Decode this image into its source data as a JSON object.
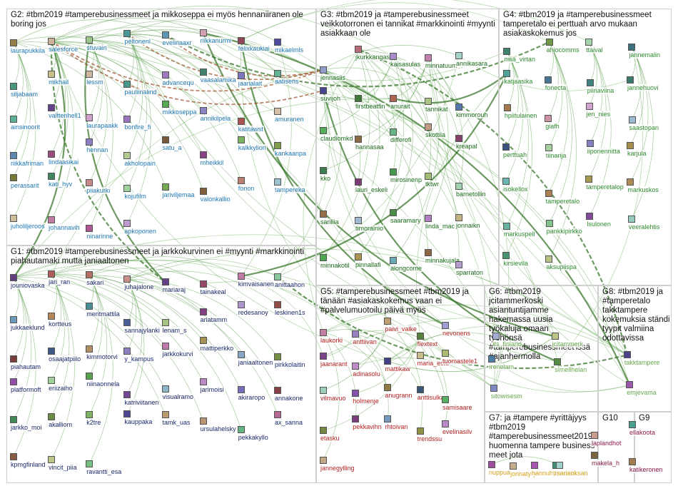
{
  "groups": [
    {
      "id": "G2",
      "title": "G2: #tbm2019 #tamperebusinessmeet ja mikkoseppa ei myös hennaniiranen ole boring jos",
      "color": "#1f77b4"
    },
    {
      "id": "G3",
      "title": "G3: #tbm2019 ja #tamperebusinessmeet veikkotorronen ei tannikat #markkinointi #myynti asiakkaan ole",
      "color": "#1a6b1a"
    },
    {
      "id": "G4",
      "title": "G4: #tbm2019 ja #tamperebusinessmeet tamperetalo ei perttuah arvo mukaan asiakaskokemus jos",
      "color": "#2e8b2e"
    },
    {
      "id": "G1",
      "title": "G1: #tbm2019 #tamperebusinessmeet ja jarkkokurvinen ei #myynti #markkinointi piahautamaki mutta janiaaltonen",
      "color": "#1c2a6b"
    },
    {
      "id": "G5",
      "title": "G5: #tamperebusinessmeet #tbm2019 ja tänään #asiakaskokemus vaan ei #palvelumuotoilu päivä myös",
      "color": "#b22222"
    },
    {
      "id": "G6",
      "title": "G6: #tbm2019 jcitammerkoski asiantuntijamme hakemassa uusia työkaluja omaan työhönsä #tamperebusinessmeet'issä #ajanhermolla",
      "color": "#6aa84f"
    },
    {
      "id": "G8",
      "title": "G8: #tbm2019 ja #tamperetalo takktampere kokemuksia ständi tyypit valmiina odottavissa",
      "color": "#6aa84f"
    },
    {
      "id": "G7",
      "title": "G7: ja #tampere #yrittäjyys #tbm2019 #tamperebusinessmeet2019 huomenna tampere business meet jota",
      "color": "#d4a017"
    },
    {
      "id": "G10",
      "title": "G10",
      "color": "#8b1a4b"
    },
    {
      "id": "G9",
      "title": "G9",
      "color": "#8b1a4b"
    }
  ],
  "nodes": {
    "G2": [
      "laurapukkila",
      "salesforce",
      "stuvain",
      "peltonenl",
      "evelinaaxr",
      "riikkanurmi",
      "felixkaukiai",
      "mikaelmls",
      "siljabaam",
      "mikhail",
      "lessm",
      "pauliinalind",
      "advancequ",
      "vaasalamika",
      "jaanalait",
      "aatisens",
      "ainsinoorit",
      "valtterihell1",
      "laurapaakk",
      "bonfire_fi",
      "mikkoseppa",
      "annikilpela",
      "katitawst",
      "amuranen",
      "riikkafriman",
      "lindaasikai",
      "hennan",
      "akholopain",
      "satu_a",
      "mheikkil",
      "kalkkylion",
      "kankaanpa",
      "perassarit",
      "kati_hyv",
      "piiakurki",
      "kojufilm",
      "jariviljemaa",
      "valonkallio",
      "fonon",
      "tampereka",
      "juholiljeroos",
      "johannavih",
      "ninarinne",
      "apkoponen"
    ],
    "G3": [
      "jennasiis",
      "jkurkkangas",
      "kaisasulas",
      "minnatuum",
      "annikasara",
      "suvijoh",
      "firstbeatfin",
      "anurait",
      "tannikat",
      "kimmorouh",
      "claudiomkd",
      "hannasaa",
      "differofi",
      "skottila",
      "kreapal",
      "kko",
      "lauri_eskeli",
      "mirosinenp",
      "tktwr",
      "barnetollin",
      "sariliia",
      "timorainio",
      "saaramary",
      "linda_mac",
      "jonnaikn",
      "minnakotil",
      "pinnallafi",
      "alongcome",
      "minnakujala",
      "sparraton"
    ],
    "G4": [
      "miia_virtan",
      "ahjocomms",
      "ttaival",
      "jannemalin",
      "katjaasika",
      "fonecta",
      "piinaviina",
      "jannehuovi",
      "hpiitulainen",
      "giafh",
      "jen_nies",
      "saastopan",
      "perttuah",
      "tiinarija",
      "iiponennitta",
      "karjula",
      "isokellox",
      "tamperetalo",
      "tamperetalop",
      "markuskos",
      "markuspell",
      "pankkipirkko",
      "lsulonen",
      "veeralehtis",
      "kirsievila",
      "aksupiispa"
    ],
    "G1": [
      "jouniovaska",
      "jari_ran",
      "sakari",
      "juhajalone",
      "mariaraj",
      "tainakeal",
      "kimvaisanen",
      "anittaahon",
      "jukkaeklund",
      "kortteus",
      "meritmattila",
      "sannajylanki",
      "lenam_s",
      "ariatamm",
      "redesanoy",
      "leskinen1s",
      "piahautam",
      "osaajatpiilo",
      "kimmotorvi",
      "y_kampus",
      "jarkkokurvi",
      "mattiperkko",
      "janiaaltonen",
      "pirkkolaitin",
      "platformoft",
      "eriizaiho",
      "niinaonnela",
      "katriviitanen",
      "visualramo",
      "jarimoisi",
      "akiraropo",
      "annakone",
      "jarkko_moi",
      "akalliom",
      "k2tre",
      "kauppaka",
      "tamk_uas",
      "ursulahelsky",
      "pekkakyllo",
      "ax_sanna",
      "kpmgfinland",
      "vincit_piia",
      "ravantti_esa"
    ],
    "G5": [
      "laukorki",
      "anttiivan",
      "paivi_valke",
      "flextext",
      "nevonens",
      "jaanarant",
      "adinasolu",
      "mattikaw",
      "maria_estu",
      "tuomastele1",
      "vilmavuo",
      "holmenje",
      "anugrann",
      "anttisulka",
      "samisaare",
      "etasku",
      "pekkavihn",
      "rhtoivan",
      "trendssu",
      "evelinasilv",
      "jannegylling"
    ],
    "G6": [
      "its_finland",
      "jcitammerk",
      "irenelam",
      "simellhelan",
      "sitowisesm"
    ],
    "G8": [
      "takktampere",
      "emjevama"
    ],
    "G7": [
      "nuppua",
      "jonnatyry",
      "hannuhyno",
      "trestartti",
      "sariaoksan"
    ],
    "G10": [
      "laplandhot",
      "makela_h"
    ],
    "G9": [
      "ellakoota",
      "katikeronen"
    ]
  }
}
